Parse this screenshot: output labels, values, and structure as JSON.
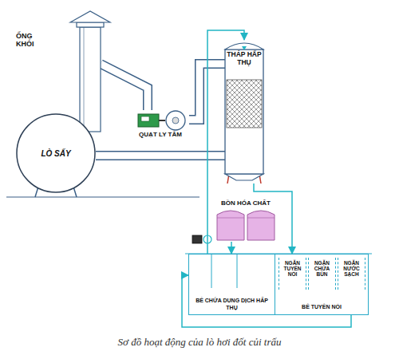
{
  "diagram": {
    "caption": "Sơ đồ hoạt động của lò hơi đốt củi trấu",
    "nodes": [
      {
        "text": [
          "ỐNG KHÓI"
        ]
      },
      {
        "text": [
          "LÒ SẤY"
        ]
      },
      {
        "text": [
          "QUẠT LY TÂM"
        ]
      },
      {
        "text": [
          "THÁP HẤP THỤ"
        ]
      },
      {
        "text": [
          "BỒN HÓA CHẤT"
        ]
      },
      {
        "text": [
          "BỂ CHỨA DUNG DỊCH HẤP THỤ"
        ]
      },
      {
        "text": [
          "BỂ TUYỂN NỔI"
        ]
      },
      {
        "text": [
          "NGĂN TUYỂN NỔI"
        ],
        "in": 6
      },
      {
        "text": [
          "NGĂN CHỨA BÙN"
        ],
        "in": 6
      },
      {
        "text": [
          "NGĂN NƯỚC SẠCH"
        ],
        "in": 6
      }
    ],
    "edges": [
      {
        "from": 1,
        "to": 3,
        "arrow": "none"
      },
      {
        "from": 3,
        "to": 2,
        "arrow": "none"
      },
      {
        "from": 2,
        "to": 0,
        "arrow": "none"
      },
      {
        "from": 5,
        "to": 3,
        "arrow": "to"
      },
      {
        "from": 3,
        "to": 6,
        "arrow": "to"
      },
      {
        "from": 4,
        "to": 5,
        "arrow": "to"
      },
      {
        "from": 6,
        "to": 5,
        "arrow": "to"
      }
    ]
  }
}
